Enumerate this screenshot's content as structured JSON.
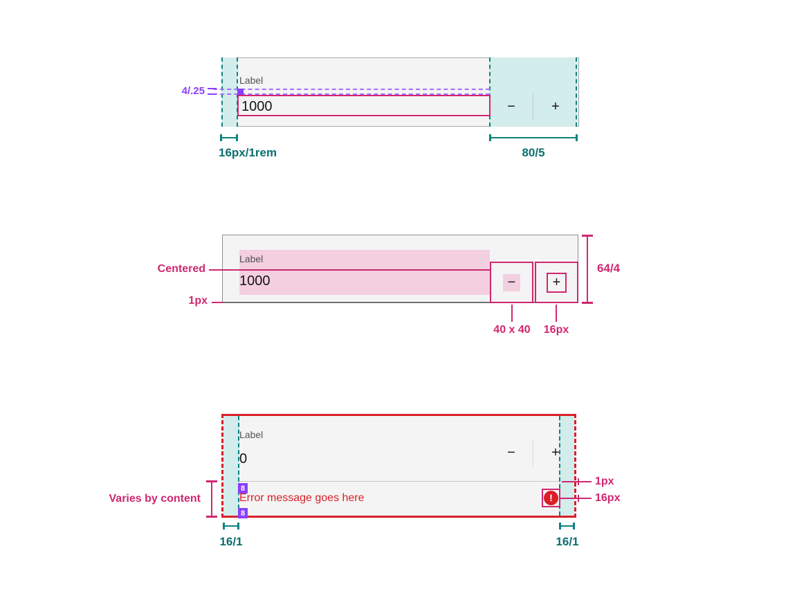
{
  "colors": {
    "teal": "#0d8181",
    "teal_fill": "#d3ecec",
    "magenta": "#d02670",
    "magenta_fill": "#f3cfdf",
    "purple": "#8a3ffc",
    "red": "#da1e28",
    "field_bg": "#f4f4f4",
    "label_gray": "#525252",
    "text_dark": "#161616"
  },
  "spec_top": {
    "label": "Label",
    "value": "1000",
    "minus_label": "−",
    "plus_label": "+",
    "annotations": {
      "label_gap": "4/.25",
      "left_padding": "16px/1rem",
      "controls_width": "80/5"
    }
  },
  "spec_middle": {
    "label": "Label",
    "value": "1000",
    "minus_label": "−",
    "plus_label": "+",
    "annotations": {
      "centered": "Centered",
      "border": "1px",
      "height": "64/4",
      "button_size": "40 x 40",
      "icon_size": "16px"
    }
  },
  "spec_bottom": {
    "label": "Label",
    "value": "0",
    "minus_label": "−",
    "plus_label": "+",
    "error_message": "Error message goes here",
    "error_icon": "!",
    "annotations": {
      "varies": "Varies by content",
      "border": "1px",
      "icon_size": "16px",
      "spacing": "8",
      "left_padding": "16/1",
      "right_padding": "16/1"
    }
  }
}
